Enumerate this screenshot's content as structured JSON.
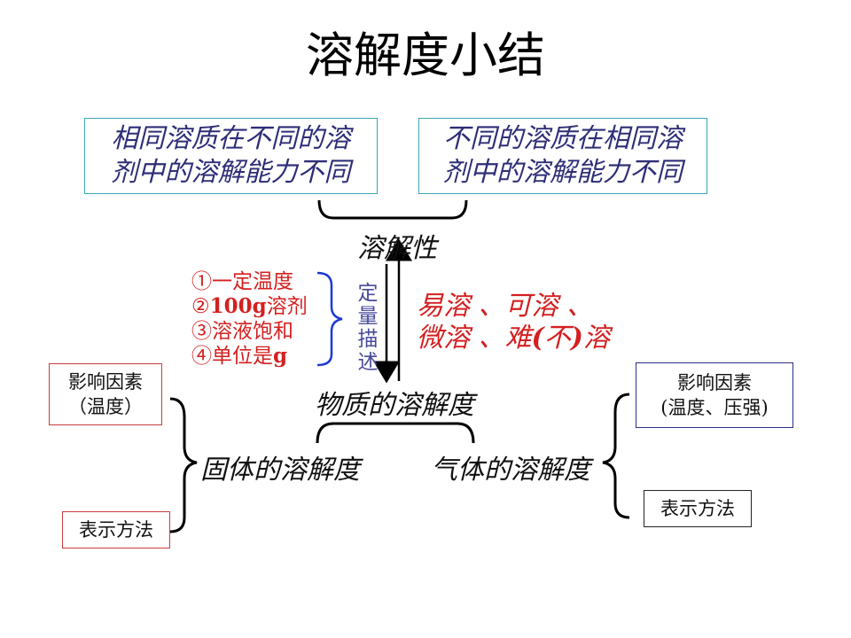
{
  "title": "溶解度小结",
  "top_left_box": {
    "line1": "相同溶质在不同的溶",
    "line2": "剂中的溶解能力不同"
  },
  "top_right_box": {
    "line1": "不同的溶质在相同溶",
    "line2": "剂中的溶解能力不同"
  },
  "solubility_label": "溶解性",
  "conditions": [
    "①一定温度",
    "②",
    "100g",
    "溶剂",
    "③溶液饱和",
    "④单位是",
    "g"
  ],
  "quantitative_label": [
    "定",
    "量",
    "描",
    "述"
  ],
  "categories": {
    "line1": "易溶 、可溶 、",
    "line2a": "微溶 、难",
    "line2b": "(",
    "line2c": "不",
    "line2d": ")",
    "line2e": "溶"
  },
  "substance_solubility": "物质的溶解度",
  "solid_solubility": "固体的溶解度",
  "gas_solubility": "气体的溶解度",
  "left_factor_box": {
    "line1": "影响因素",
    "line2": "（温度）"
  },
  "left_method_box": "表示方法",
  "right_factor_box": {
    "line1": "影响因素",
    "line2": "(温度、压强)"
  },
  "right_method_box": "表示方法"
}
